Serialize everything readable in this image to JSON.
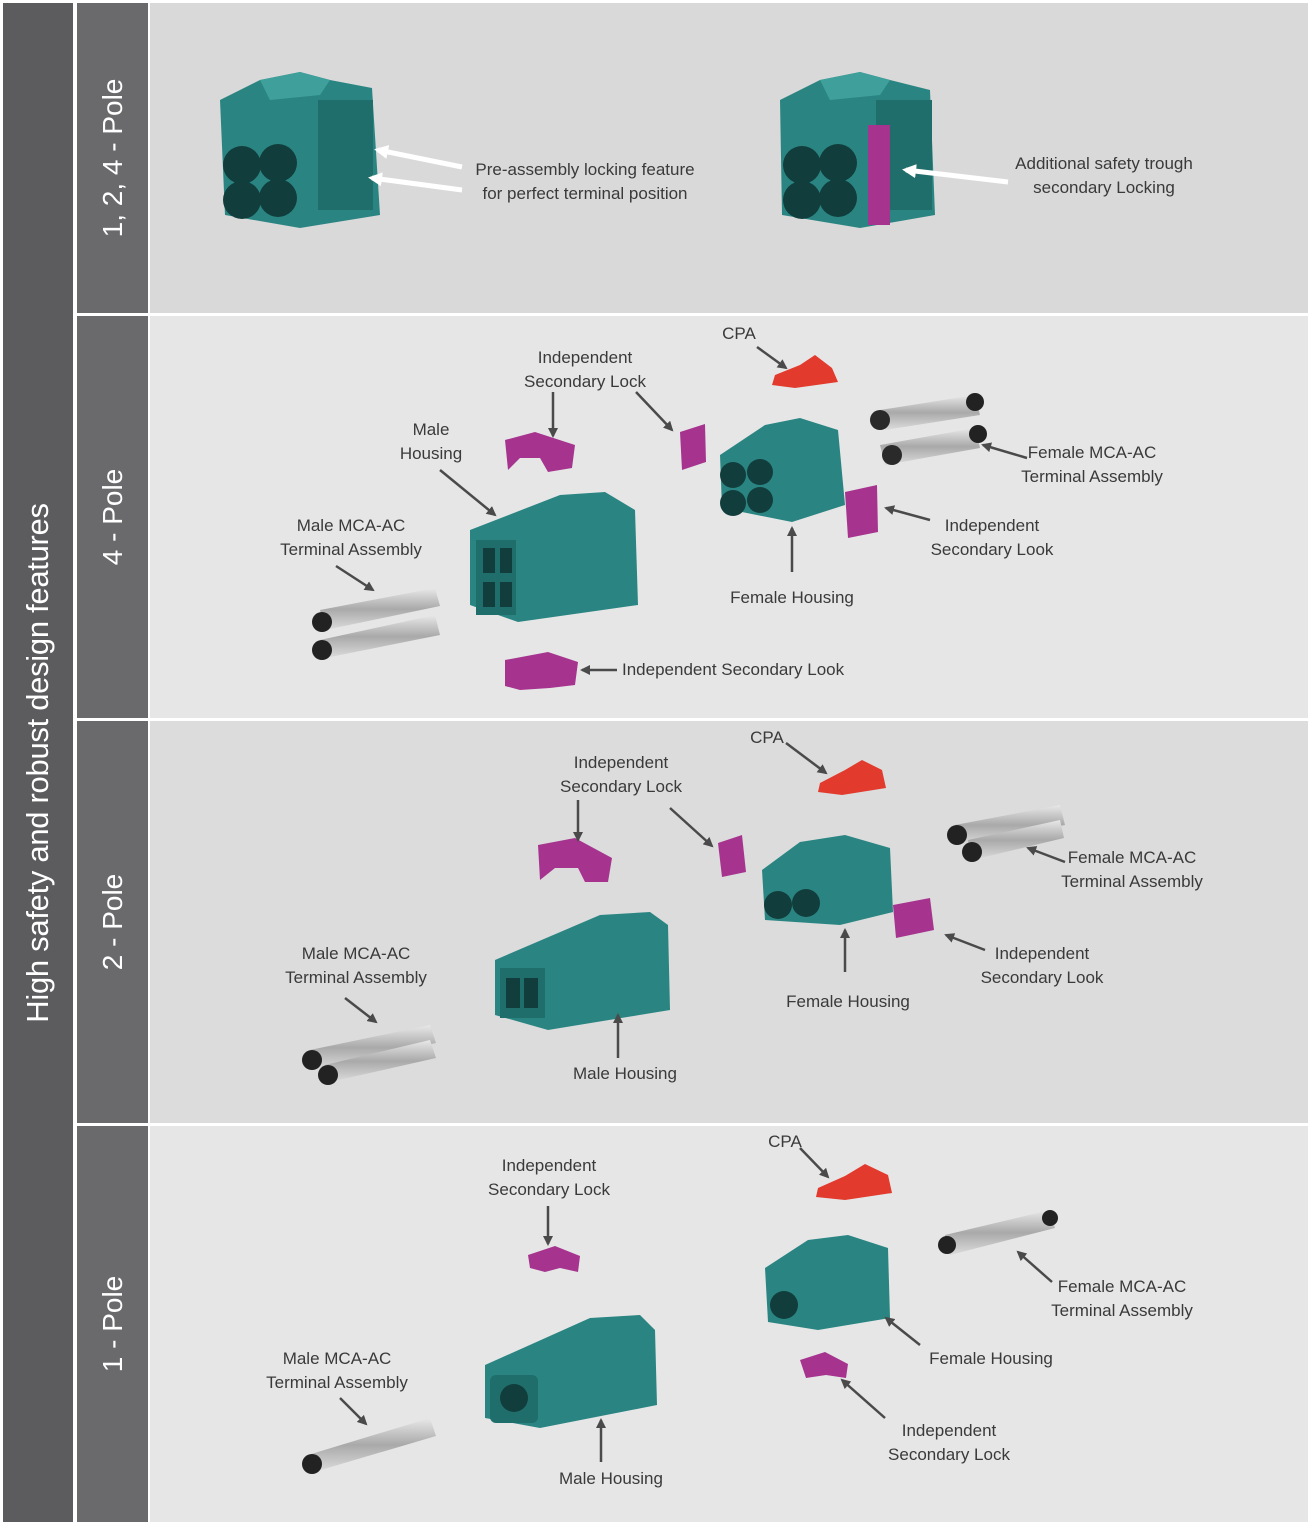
{
  "sidebar_title": "High safety and robust design features",
  "colors": {
    "housing": "#2a8582",
    "lock": "#a6348f",
    "cpa": "#e23a2c",
    "terminal": "#c6c6c6"
  },
  "rows": [
    {
      "label": "1, 2, 4 - Pole"
    },
    {
      "label": "4 - Pole"
    },
    {
      "label": "2 - Pole"
    },
    {
      "label": "1 - Pole"
    }
  ],
  "row1": {
    "preassembly": [
      "Pre-assembly locking feature",
      "for perfect terminal position"
    ],
    "additional": [
      "Additional safety trough",
      "secondary Locking"
    ]
  },
  "row2": {
    "cpa": "CPA",
    "isl_top": [
      "Independent",
      "Secondary Lock"
    ],
    "male_housing": [
      "Male",
      "Housing"
    ],
    "female_terminal": [
      "Female MCA-AC",
      "Terminal Assembly"
    ],
    "isl_right": [
      "Independent",
      "Secondary Look"
    ],
    "male_terminal": [
      "Male MCA-AC",
      "Terminal Assembly"
    ],
    "female_housing": "Female Housing",
    "isl_bottom": "Independent Secondary Look"
  },
  "row3": {
    "cpa": "CPA",
    "isl_top": [
      "Independent",
      "Secondary Lock"
    ],
    "female_terminal": [
      "Female MCA-AC",
      "Terminal Assembly"
    ],
    "isl_right": [
      "Independent",
      "Secondary Look"
    ],
    "male_terminal": [
      "Male MCA-AC",
      "Terminal Assembly"
    ],
    "female_housing": "Female Housing",
    "male_housing": "Male Housing"
  },
  "row4": {
    "cpa": "CPA",
    "isl_top": [
      "Independent",
      "Secondary Lock"
    ],
    "female_terminal": [
      "Female MCA-AC",
      "Terminal Assembly"
    ],
    "female_housing": "Female Housing",
    "male_terminal": [
      "Male MCA-AC",
      "Terminal Assembly"
    ],
    "isl_bottom": [
      "Independent",
      "Secondary Lock"
    ],
    "male_housing": "Male Housing"
  }
}
